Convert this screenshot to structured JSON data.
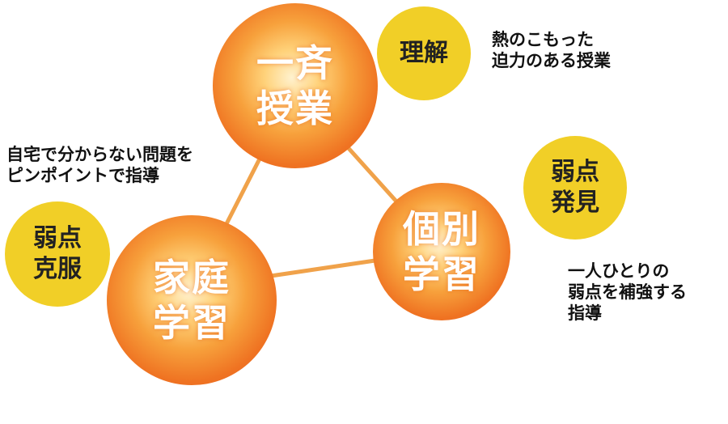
{
  "diagram": {
    "nodes": {
      "class_lesson": "一斉\n授業",
      "individual_study": "個別\n学習",
      "home_study": "家庭\n学習"
    },
    "tags": {
      "understanding": "理解",
      "find_weakness": "弱点\n発見",
      "overcome_weakness": "弱点\n克服"
    },
    "notes": {
      "class_lesson": "熱のこもった\n迫力のある授業",
      "individual_study": "一人ひとりの\n弱点を補強する\n指導",
      "home_study": "自宅で分からない問題を\nピンポイントで指導"
    },
    "colors": {
      "main_circle": "#ef7322",
      "tag_circle": "#f1cf27",
      "connector": "#f0a24a"
    }
  }
}
